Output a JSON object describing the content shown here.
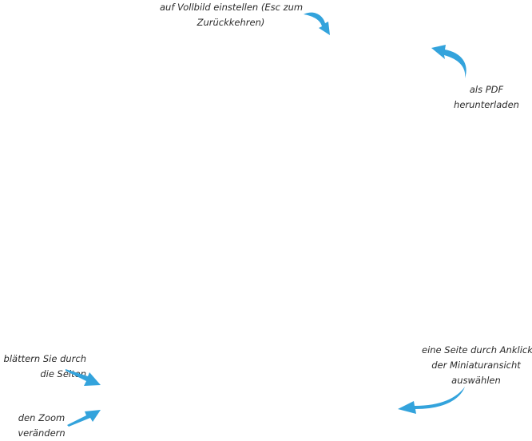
{
  "colors": {
    "accent": "#33a3dc",
    "text": "#2b2b2b",
    "background": "#ffffff"
  },
  "hints": {
    "fullscreen": {
      "lines": [
        "auf Vollbild einstellen (Esc zum",
        "Zurückkehren)"
      ],
      "icon": "curved-arrow-down-right-icon"
    },
    "download_pdf": {
      "lines": [
        "als PDF",
        "herunterladen"
      ],
      "icon": "curved-arrow-up-left-icon"
    },
    "browse_pages": {
      "lines": [
        "blättern Sie durch",
        "die Seiten"
      ],
      "icon": "arrow-down-right-icon"
    },
    "zoom": {
      "lines": [
        "den Zoom",
        "verändern"
      ],
      "icon": "arrow-up-right-icon"
    },
    "thumbnail": {
      "lines": [
        "eine Seite durch Anklicken",
        "der Miniaturansicht",
        "auswählen"
      ],
      "icon": "curved-arrow-left-icon"
    }
  }
}
